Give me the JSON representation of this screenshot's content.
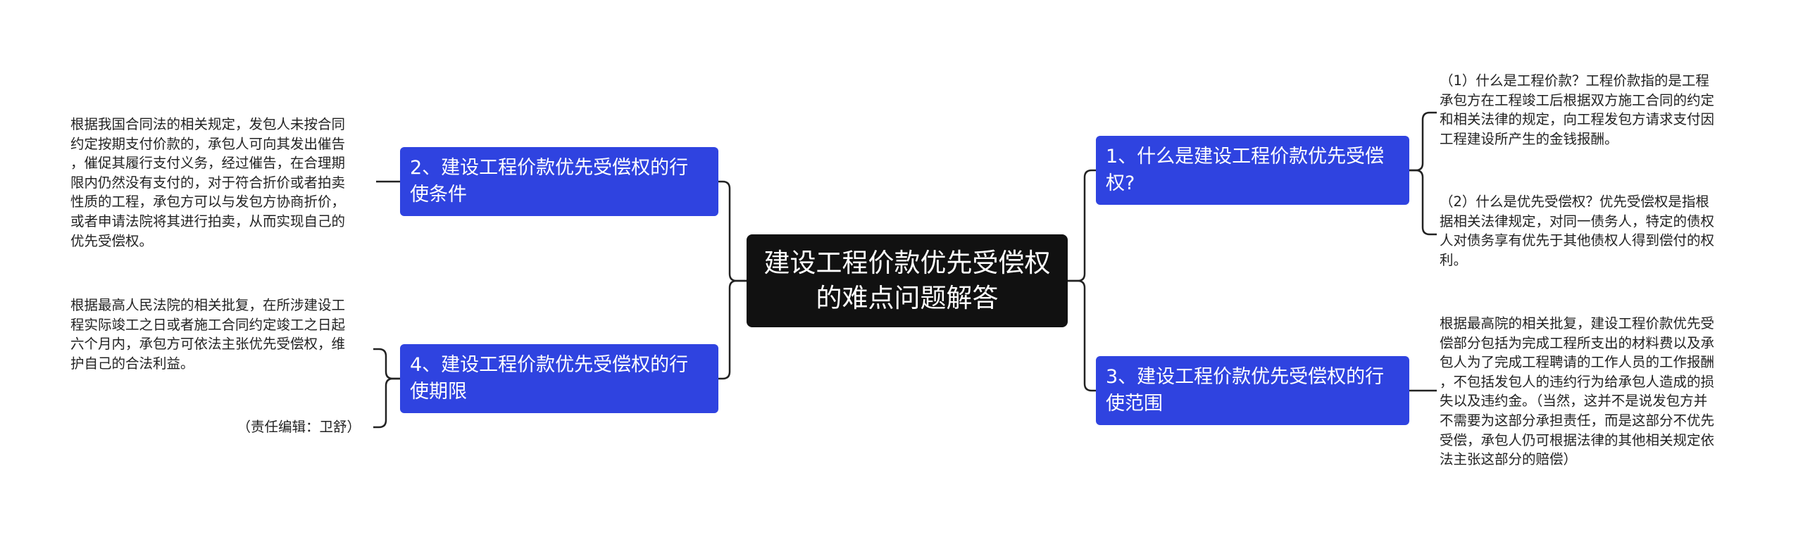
{
  "central_topic": "建设工程价款优先受偿权\n的难点问题解答",
  "branches": {
    "b1": {
      "label": "1、什么是建设工程价款优先受偿\n权?",
      "children": [
        "（1）什么是工程价款？工程价款指的是工程\n承包方在工程竣工后根据双方施工合同的约定\n和相关法律的规定，向工程发包方请求支付因\n工程建设所产生的金钱报酬。",
        "（2）什么是优先受偿权？优先受偿权是指根\n据相关法律规定，对同一债务人，特定的债权\n人对债务享有优先于其他债权人得到偿付的权\n利。"
      ]
    },
    "b2": {
      "label": "2、建设工程价款优先受偿权的行\n使条件",
      "children": [
        "根据我国合同法的相关规定，发包人未按合同\n约定按期支付价款的，承包人可向其发出催告\n，催促其履行支付义务，经过催告，在合理期\n限内仍然没有支付的，对于符合折价或者拍卖\n性质的工程，承包方可以与发包方协商折价，\n或者申请法院将其进行拍卖，从而实现自己的\n优先受偿权。"
      ]
    },
    "b3": {
      "label": "3、建设工程价款优先受偿权的行\n使范围",
      "children": [
        "根据最高院的相关批复，建设工程价款优先受\n偿部分包括为完成工程所支出的材料费以及承\n包人为了完成工程聘请的工作人员的工作报酬\n，不包括发包人的违约行为给承包人造成的损\n失以及违约金。（当然，这并不是说发包方并\n不需要为这部分承担责任，而是这部分不优先\n受偿，承包人仍可根据法律的其他相关规定依\n法主张这部分的赔偿）"
      ]
    },
    "b4": {
      "label": "4、建设工程价款优先受偿权的行\n使期限",
      "children": [
        "根据最高人民法院的相关批复，在所涉建设工\n程实际竣工之日或者施工合同约定竣工之日起\n六个月内，承包方可依法主张优先受偿权，维\n护自己的合法利益。",
        "（责任编辑：卫舒）"
      ]
    }
  },
  "colors": {
    "root_bg": "#111111",
    "branch_bg": "#2f43e0",
    "line": "#222222"
  }
}
